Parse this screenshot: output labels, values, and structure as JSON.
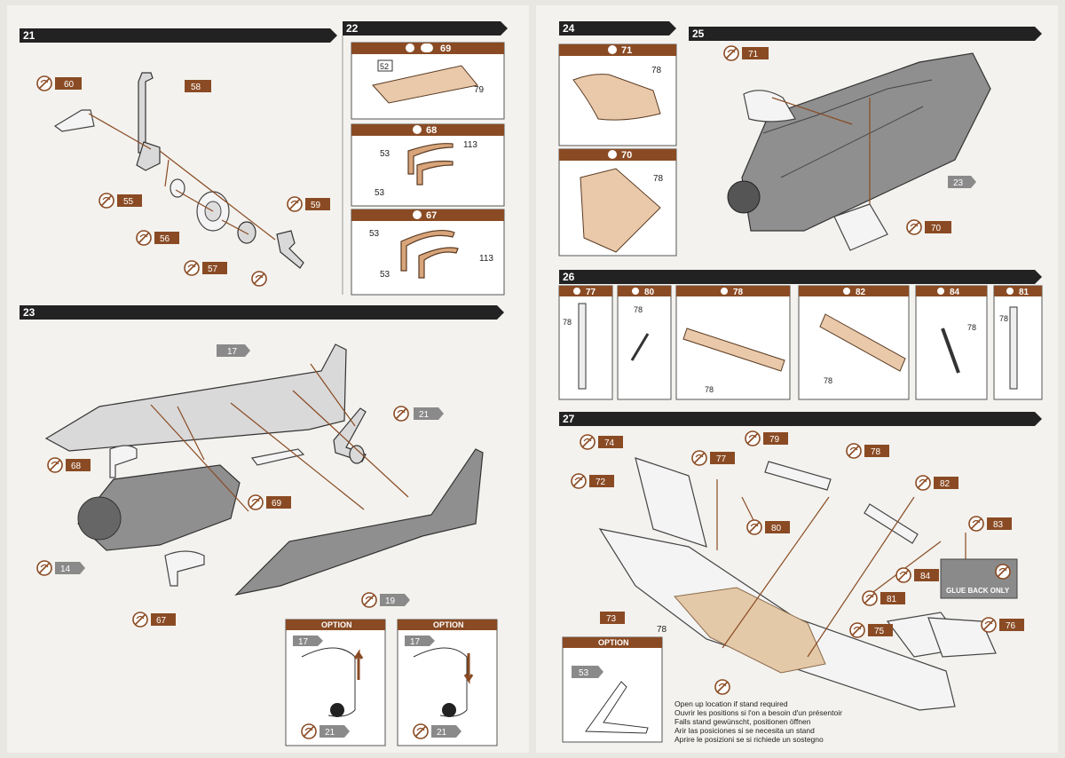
{
  "steps": {
    "s21": "21",
    "s22": "22",
    "s23": "23",
    "s24": "24",
    "s25": "25",
    "s26": "26",
    "s27": "27"
  },
  "parts": {
    "p58": "58",
    "p60": "60",
    "p55": "55",
    "p56": "56",
    "p57": "57",
    "p59": "59",
    "p69": "69",
    "p52": "52",
    "p79": "79",
    "p68": "68",
    "p67": "67",
    "p53": "53",
    "p113": "113",
    "p17": "17",
    "p19": "19",
    "p14": "14",
    "p21": "21",
    "p71": "71",
    "p70": "70",
    "p78": "78",
    "p23": "23",
    "p77": "77",
    "p80": "80",
    "p82": "82",
    "p84": "84",
    "p81": "81",
    "p74": "74",
    "p72": "72",
    "p73": "73",
    "p83": "83",
    "p75": "75",
    "p76": "76"
  },
  "labels": {
    "option": "OPTION",
    "glue_back_only": "GLUE BACK ONLY"
  },
  "notes": {
    "stand_en": "Open up location if stand required",
    "stand_fr": "Ouvrir les positions si l'on a besoin d'un présentoir",
    "stand_de": "Falls stand gewünscht, positionen öffnen",
    "stand_es": "Arir las posiciones si se necesita un stand",
    "stand_it": "Aprire le posizioni se si richiede un sostegno"
  },
  "colors": {
    "header_bar": "#222222",
    "part_tag": "#8a4b24",
    "sub_header": "#8a4b24",
    "grey_tag": "#8a8a8a",
    "page": "#f3f2ee",
    "tan_part": "#d8a57b"
  }
}
